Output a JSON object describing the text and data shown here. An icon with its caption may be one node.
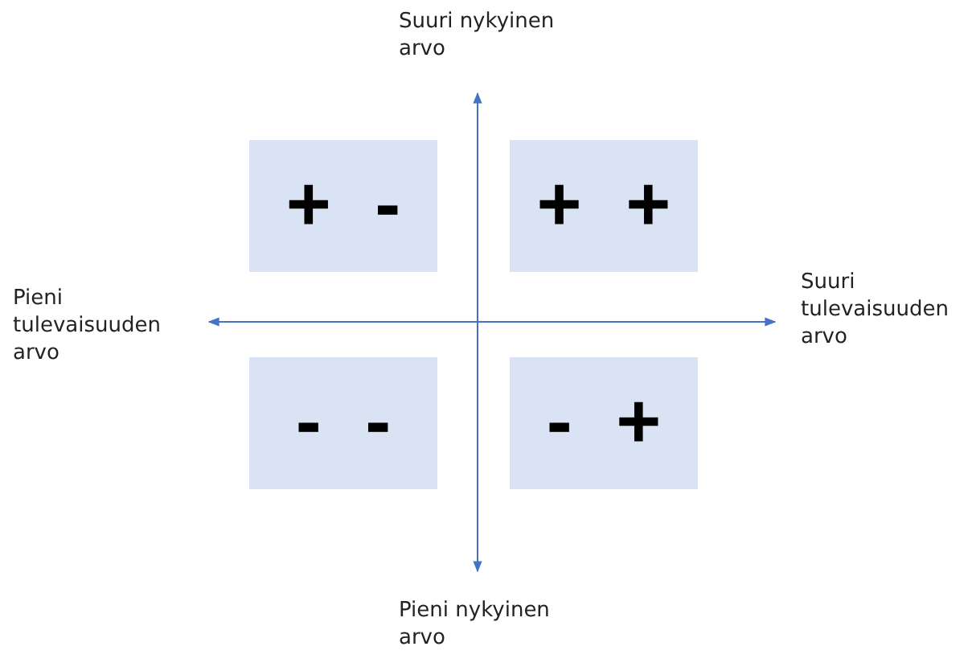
{
  "diagram": {
    "nodes": [
      {
        "text": [
          "+ -"
        ]
      },
      {
        "text": [
          "+ +"
        ]
      },
      {
        "text": [
          "- -"
        ]
      },
      {
        "text": [
          "- +"
        ]
      }
    ],
    "labels": [
      "Suuri nykyinen arvo",
      "Pieni tulevaisuuden arvo",
      "Suuri tulevaisuuden arvo",
      "Pieni nykyinen arvo"
    ]
  }
}
